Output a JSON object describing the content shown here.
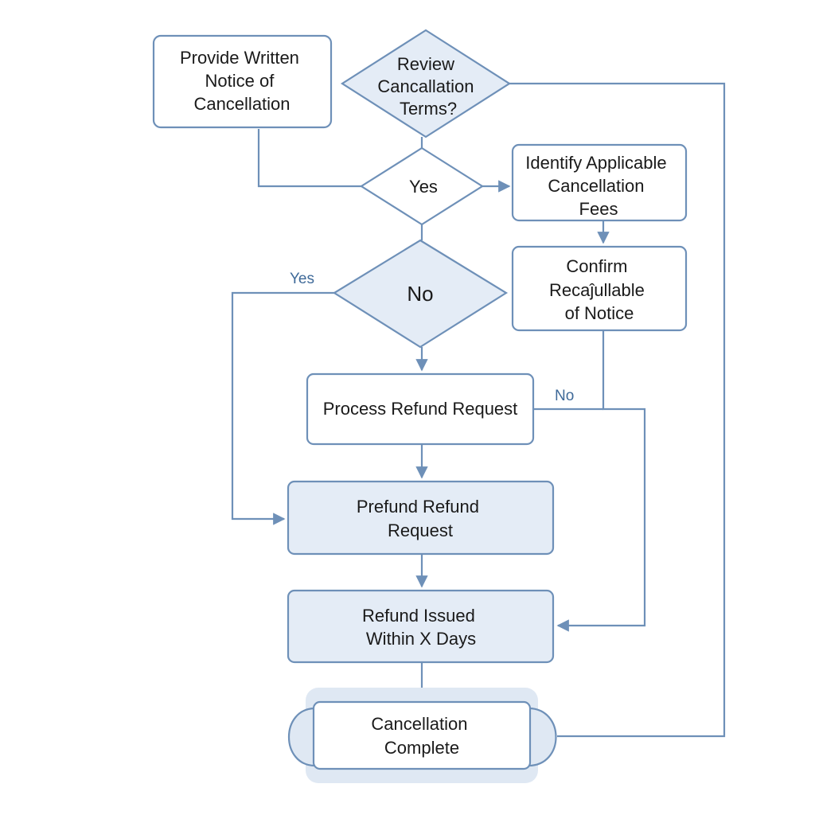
{
  "colors": {
    "stroke": "#6e90b8",
    "fill_light": "#e4ecf6",
    "fill_white": "#ffffff",
    "text": "#1a1a1a",
    "edge_label": "#3f6a99",
    "terminal_halo": "#dfe8f3"
  },
  "nodes": {
    "provide_notice": {
      "lines": [
        "Provide Written",
        "Notice of",
        "Cancellation"
      ]
    },
    "review_terms": {
      "lines": [
        "Review",
        "Cancallation",
        "Terms?"
      ]
    },
    "yes_decision": {
      "lines": [
        "Yes"
      ]
    },
    "identify_fees": {
      "lines": [
        "Identify Applicable",
        "Cancellation",
        "Fees"
      ]
    },
    "no_decision": {
      "lines": [
        "No"
      ]
    },
    "confirm_notice": {
      "lines": [
        "Confirm",
        "Recaĵullable",
        "of Notice"
      ]
    },
    "process_refund": {
      "lines": [
        "Process Refund Request"
      ]
    },
    "prefund_refund": {
      "lines": [
        "Prefund Refund",
        "Request"
      ]
    },
    "refund_issued": {
      "lines": [
        "Refund Issued",
        "Within X Days"
      ]
    },
    "cancellation_complete": {
      "lines": [
        "Cancellation",
        "Complete"
      ]
    }
  },
  "edge_labels": {
    "yes": "Yes",
    "no": "No"
  }
}
